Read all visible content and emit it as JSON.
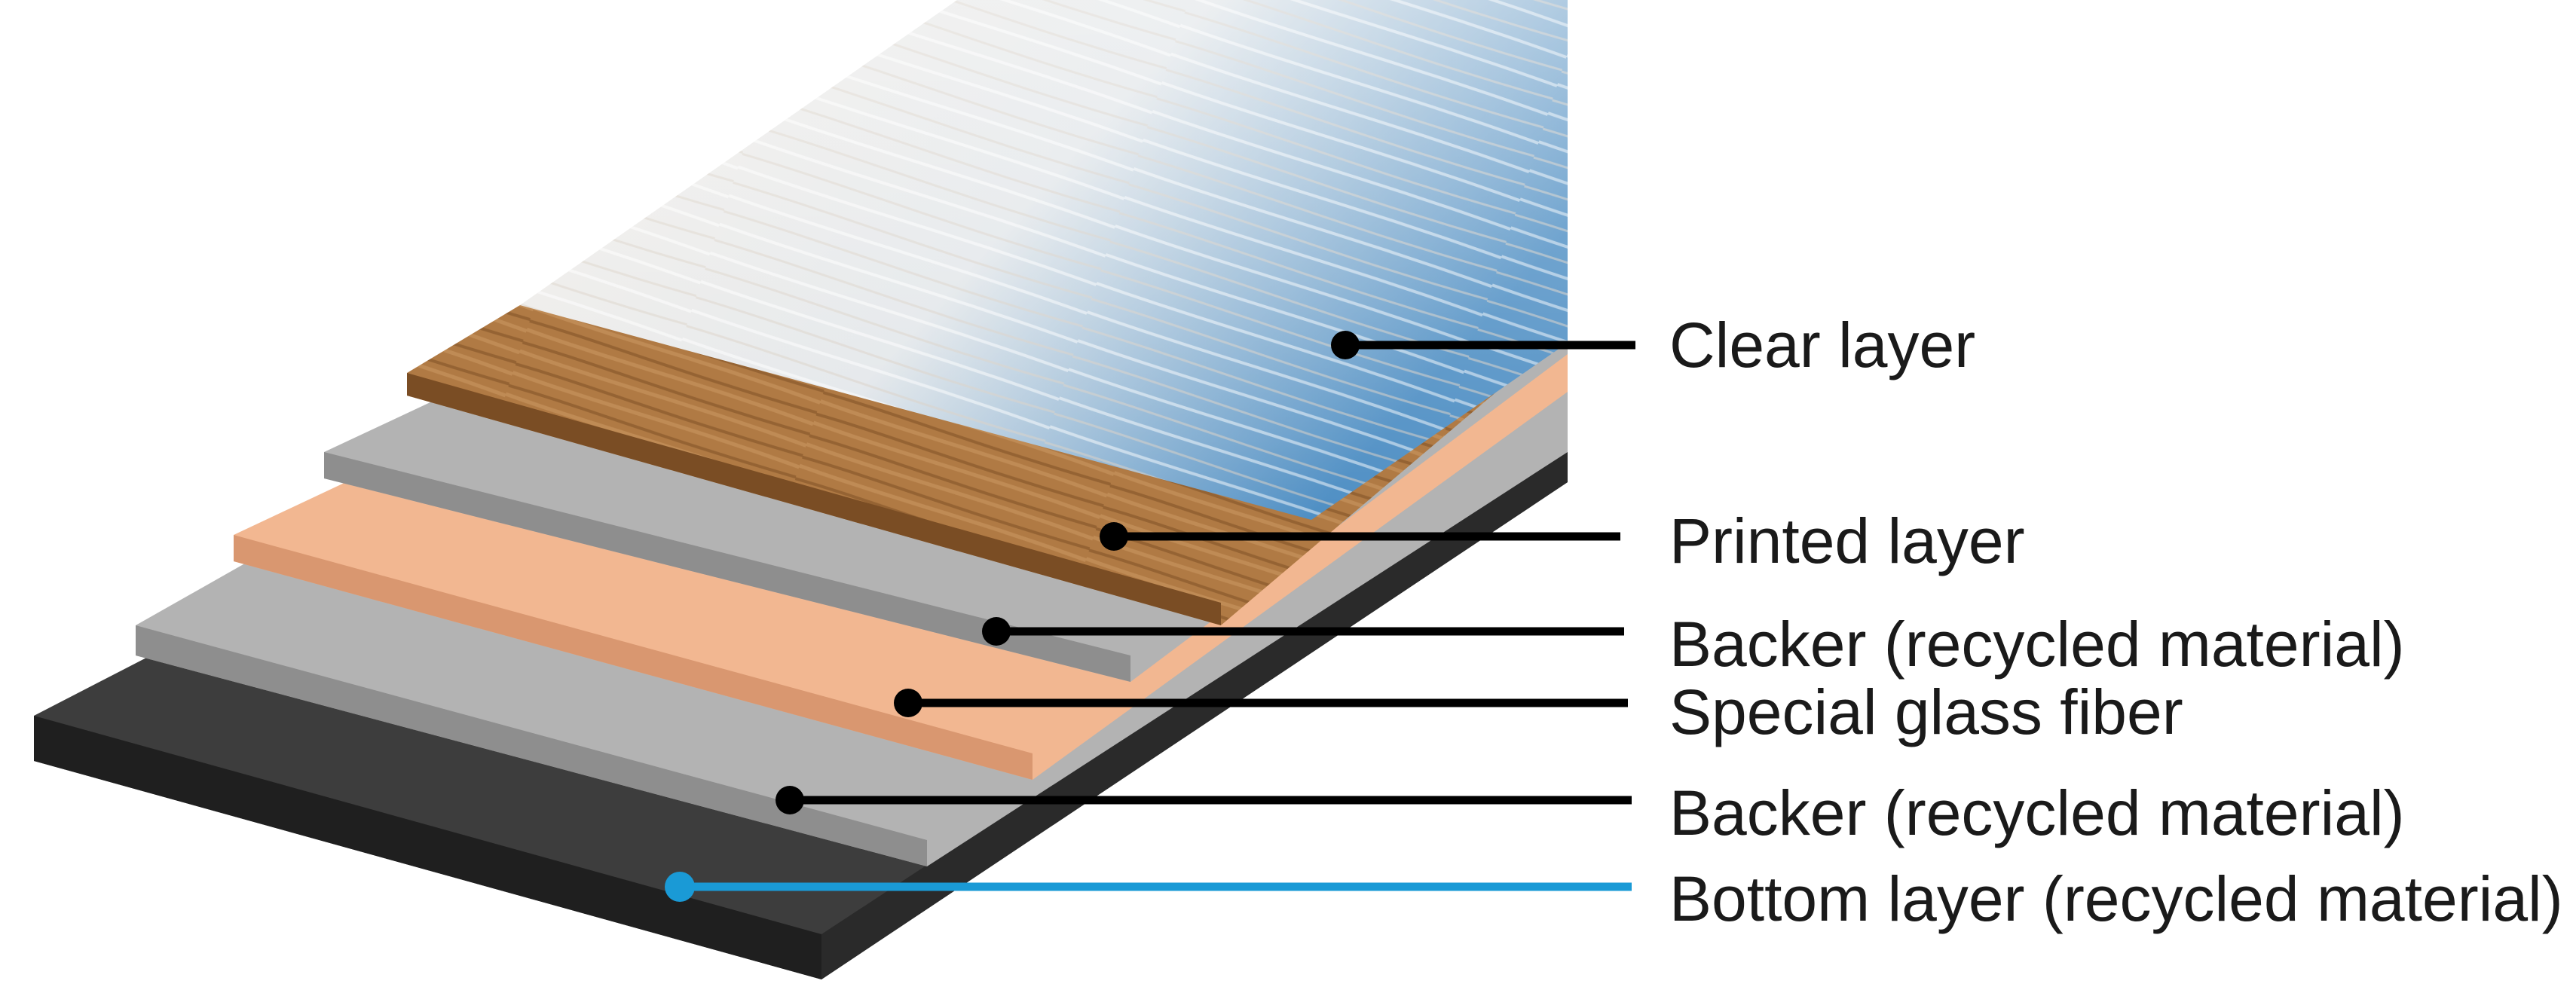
{
  "diagram": {
    "layers": [
      {
        "id": "clear",
        "label": "Clear layer",
        "pointer_color": "#000000"
      },
      {
        "id": "printed",
        "label": "Printed layer",
        "pointer_color": "#000000"
      },
      {
        "id": "backer-top",
        "label": "Backer (recycled material)",
        "pointer_color": "#000000"
      },
      {
        "id": "glass-fiber",
        "label": "Special glass fiber",
        "pointer_color": "#000000"
      },
      {
        "id": "backer-bottom",
        "label": "Backer (recycled material)",
        "pointer_color": "#000000"
      },
      {
        "id": "bottom",
        "label": "Bottom layer (recycled material)",
        "pointer_color": "#1a9ad6"
      }
    ],
    "colors": {
      "clear_top": "#4f8fc4",
      "clear_mid": "#c7d6e2",
      "clear_light": "#ece6df",
      "wood": "#b07a44",
      "wood_dark": "#7a4d24",
      "backer": "#b3b3b3",
      "backer_edge": "#8e8e8e",
      "glass_fiber": "#f2b791",
      "glass_fiber_edge": "#d99770",
      "bottom": "#3d3d3d",
      "bottom_edge": "#1f1f1f"
    }
  }
}
